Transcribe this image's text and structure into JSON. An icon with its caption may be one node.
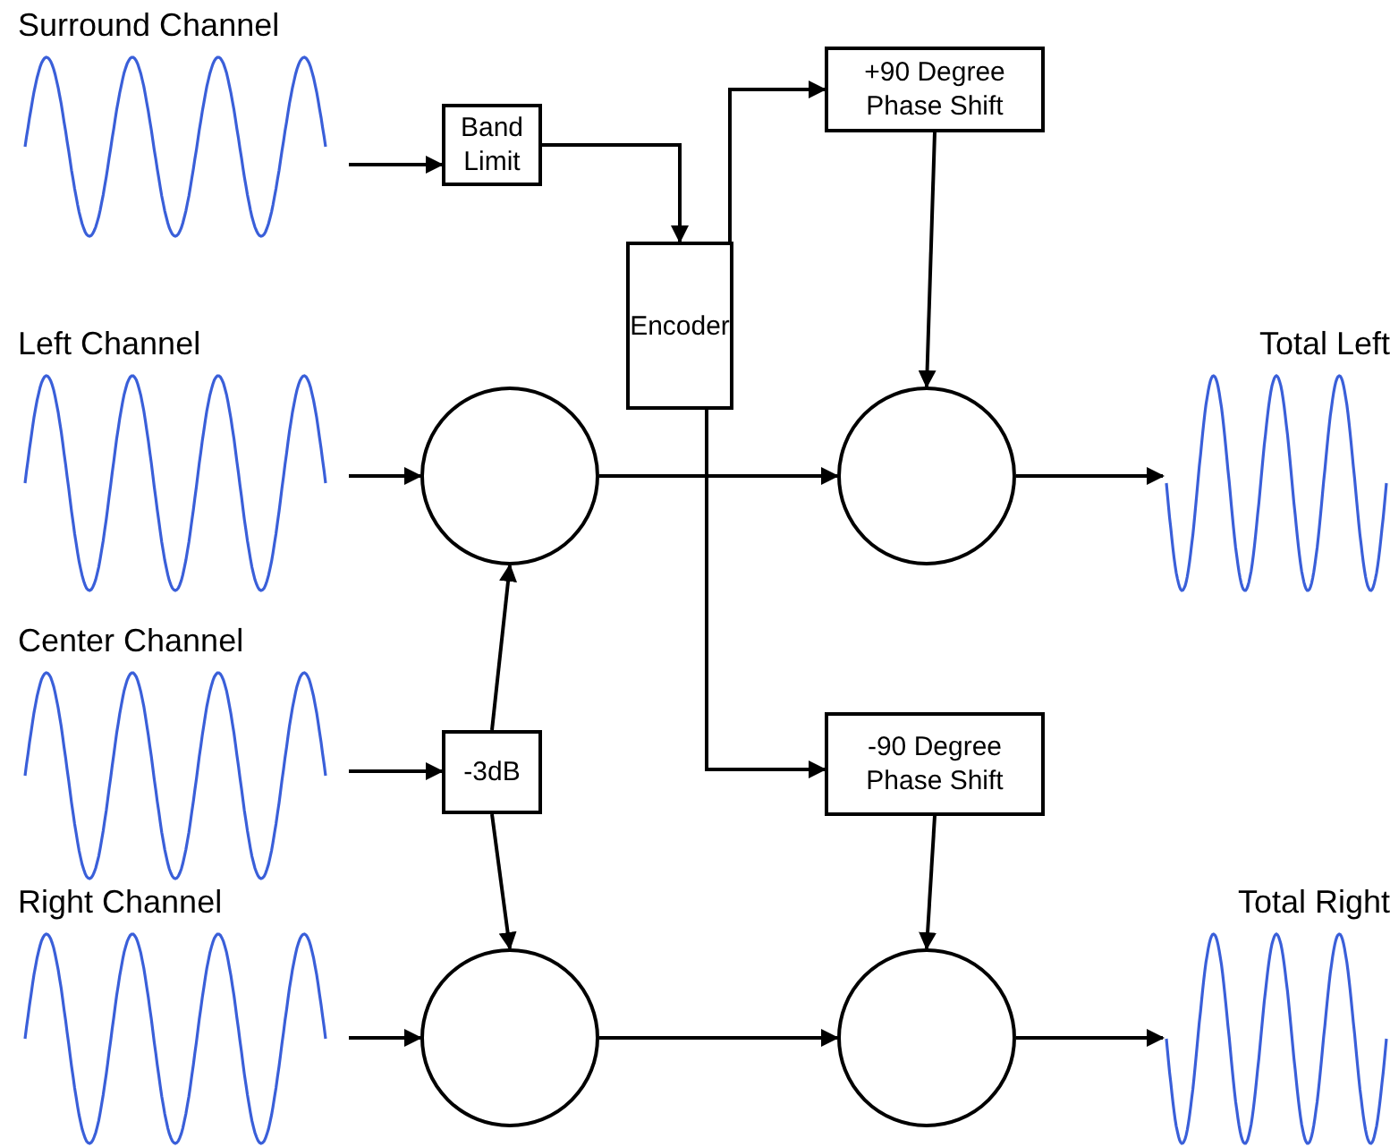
{
  "diagram": {
    "nodes": [
      {
        "text": [
          "Surround Channel"
        ]
      },
      {
        "text": [
          "Band Limit"
        ]
      },
      {
        "text": [
          "Encoder"
        ]
      },
      {
        "text": [
          "+90 Degree Phase Shift"
        ]
      },
      {
        "text": [
          "-90 Degree Phase Shift"
        ]
      },
      {
        "text": [
          "Left Channel"
        ]
      },
      {
        "text": [],
        "shape": "circle"
      },
      {
        "text": [],
        "shape": "circle"
      },
      {
        "text": [
          "Total Left"
        ]
      },
      {
        "text": [
          "Center Channel"
        ]
      },
      {
        "text": [
          "-3dB"
        ]
      },
      {
        "text": [
          "Right Channel"
        ]
      },
      {
        "text": [],
        "shape": "circle"
      },
      {
        "text": [],
        "shape": "circle"
      },
      {
        "text": [
          "Total Right"
        ]
      }
    ],
    "edges": [
      {
        "from": 0,
        "to": 1,
        "arrow": "to"
      },
      {
        "from": 1,
        "to": 2,
        "arrow": "to"
      },
      {
        "from": 2,
        "to": 3,
        "arrow": "to"
      },
      {
        "from": 2,
        "to": 4,
        "arrow": "to"
      },
      {
        "from": 3,
        "to": 7,
        "arrow": "to"
      },
      {
        "from": 5,
        "to": 6,
        "arrow": "to"
      },
      {
        "from": 6,
        "to": 7,
        "arrow": "to"
      },
      {
        "from": 7,
        "to": 8,
        "arrow": "to"
      },
      {
        "from": 9,
        "to": 10,
        "arrow": "to"
      },
      {
        "from": 10,
        "to": 6,
        "arrow": "to"
      },
      {
        "from": 10,
        "to": 12,
        "arrow": "to"
      },
      {
        "from": 11,
        "to": 12,
        "arrow": "to"
      },
      {
        "from": 12,
        "to": 13,
        "arrow": "to"
      },
      {
        "from": 4,
        "to": 13,
        "arrow": "to"
      },
      {
        "from": 13,
        "to": 14,
        "arrow": "to"
      }
    ]
  }
}
